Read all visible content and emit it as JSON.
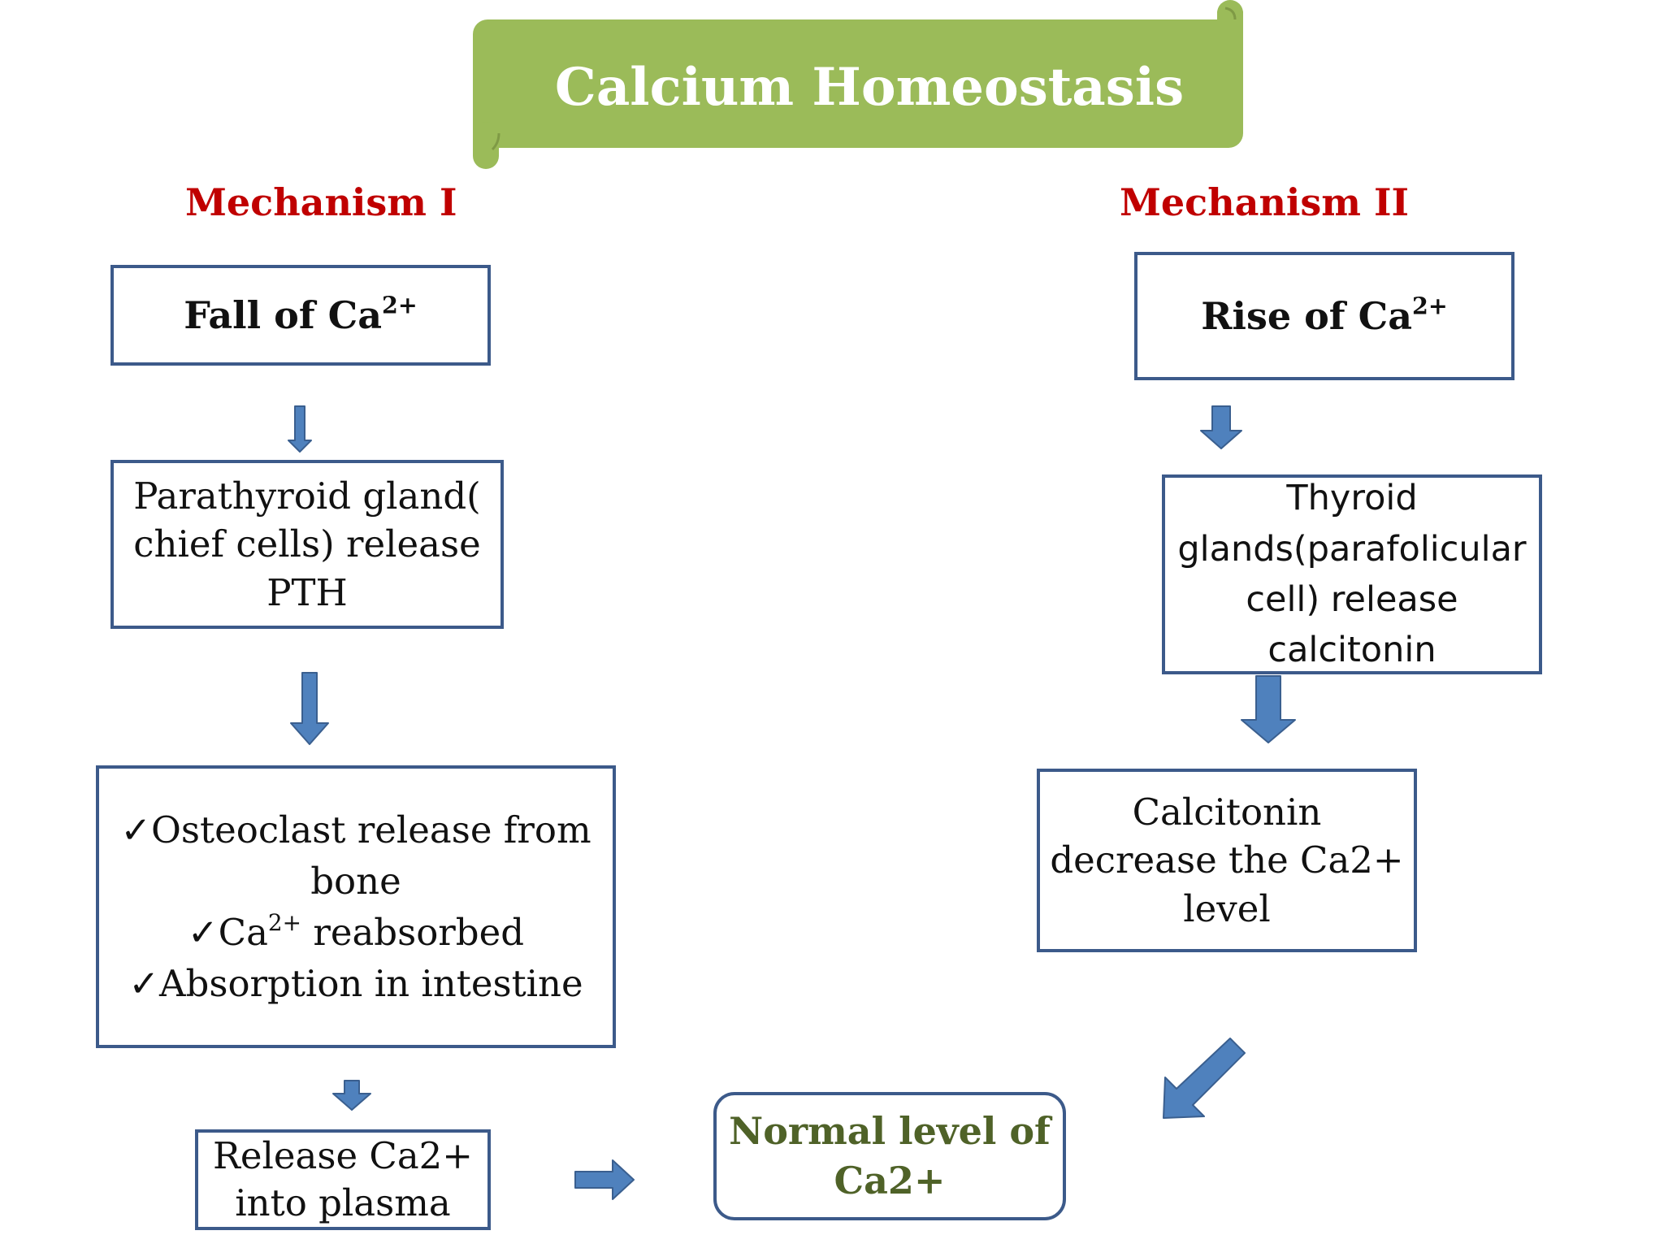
{
  "title": "Calcium Homeostasis",
  "mechanism_1": {
    "heading": "Mechanism I",
    "trigger": {
      "text": "Fall of Ca",
      "sup": "2+"
    },
    "gland": [
      "Parathyroid gland(",
      "chief cells) release",
      "PTH"
    ],
    "effects": [
      {
        "check": "✓",
        "text": "Osteoclast release from",
        "sup": ""
      },
      {
        "check": "",
        "text": "bone",
        "sup": ""
      },
      {
        "check": "✓",
        "text": "Ca",
        "sup": "2+",
        "tail": " reabsorbed"
      },
      {
        "check": "✓",
        "text": "Absorption in intestine",
        "sup": ""
      }
    ],
    "release": [
      "Release Ca2+",
      "into plasma"
    ]
  },
  "mechanism_2": {
    "heading": "Mechanism II",
    "trigger": {
      "text": "Rise of Ca",
      "sup": "2+"
    },
    "gland": [
      "Thyroid",
      "glands(parafolicular",
      "cell) release",
      "calcitonin"
    ],
    "effect": [
      "Calcitonin",
      "decrease the Ca2+",
      "level"
    ]
  },
  "outcome": [
    "Normal level of",
    "Ca2+"
  ],
  "colors": {
    "banner": "#9bbb59",
    "banner_text": "#ffffff",
    "heading": "#c00000",
    "box_border": "#3c5a8a",
    "arrow_fill": "#4f81bd",
    "outcome_text": "#4f6228"
  }
}
